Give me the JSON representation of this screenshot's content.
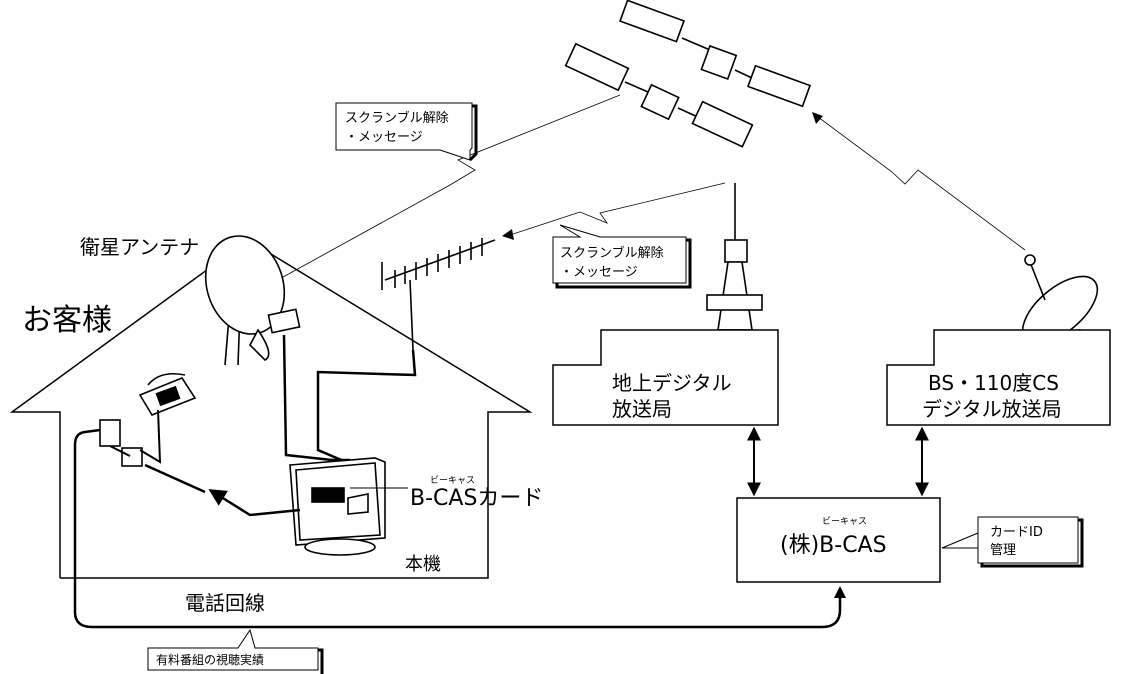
{
  "customer_label": "お客様",
  "satellite_antenna_label": "衛星アンテナ",
  "scramble_callout_1": {
    "line1": "スクランブル解除",
    "line2": "・メッセージ"
  },
  "scramble_callout_2": {
    "line1": "スクランブル解除",
    "line2": "・メッセージ"
  },
  "terrestrial_station": {
    "line1": "地上デジタル",
    "line2": "放送局"
  },
  "bs_cs_station": {
    "line1": "BS・110度CS",
    "line2": "デジタル放送局"
  },
  "bcas_card": {
    "ruby": "ビーキャス",
    "label": "B-CASカード"
  },
  "bcas_company": {
    "ruby": "ビーキャス",
    "label": "(株)B-CAS"
  },
  "card_id_callout": {
    "line1": "カードID",
    "line2": "管理"
  },
  "unit_label": "本機",
  "phone_line_label": "電話回線",
  "viewing_record_label": "有料番組の視聴実績"
}
